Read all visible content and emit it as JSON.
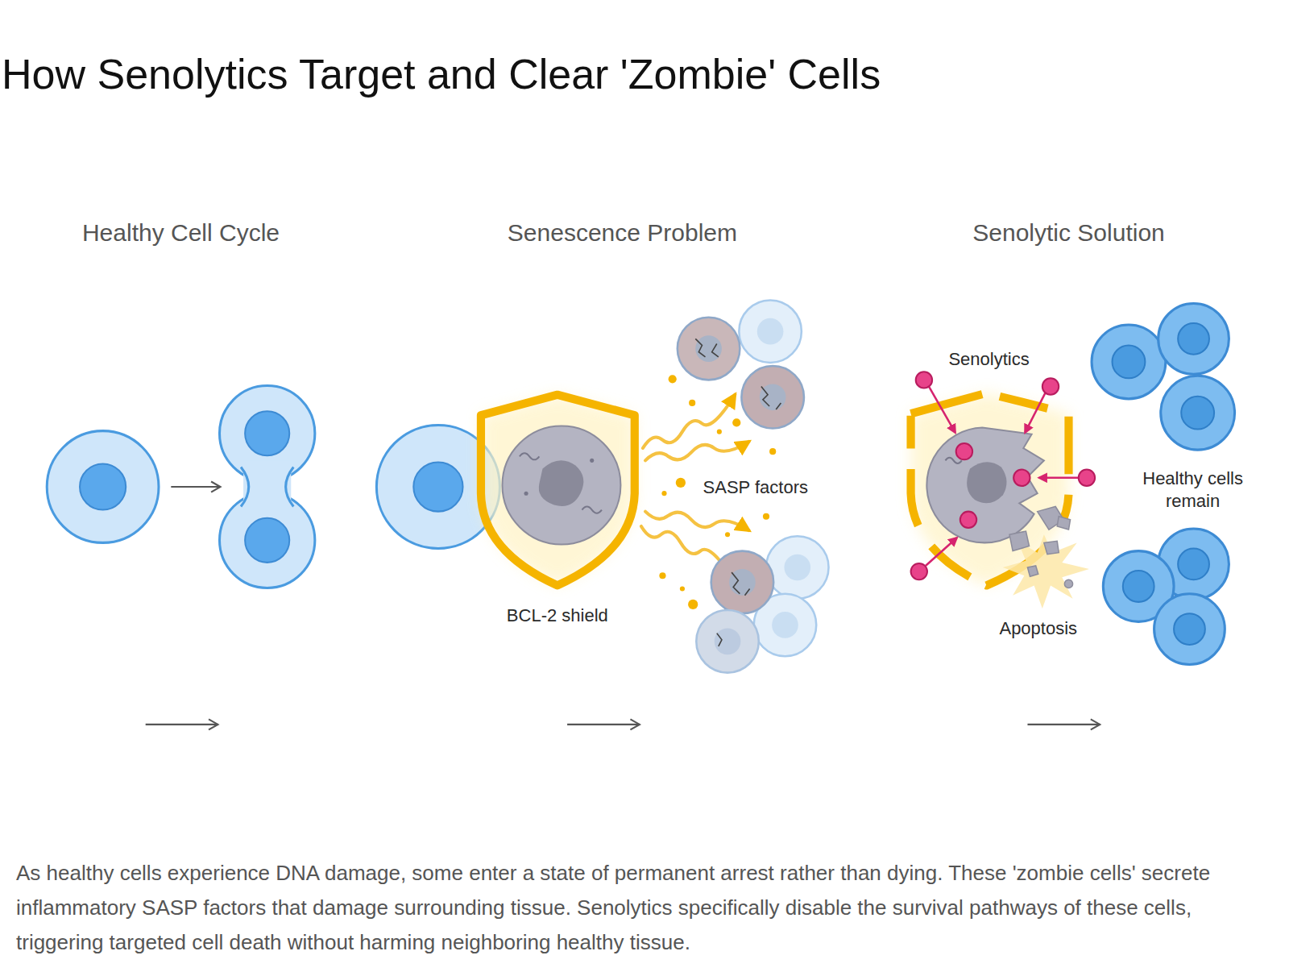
{
  "diagram": {
    "title": "How Senolytics Target and Clear 'Zombie' Cells",
    "caption": "As healthy cells experience DNA damage, some enter a state of permanent arrest rather than dying. These 'zombie cells' secrete inflammatory SASP factors that damage surrounding tissue. Senolytics specifically disable the survival pathways of these cells, triggering targeted cell death without harming neighboring healthy tissue.",
    "labels": [
      "Healthy Cell Cycle",
      "Senescence Problem",
      "Senolytic Solution",
      "BCL-2 shield",
      "SASP factors",
      "Senolytics",
      "Healthy cells remain",
      "Apoptosis"
    ]
  }
}
